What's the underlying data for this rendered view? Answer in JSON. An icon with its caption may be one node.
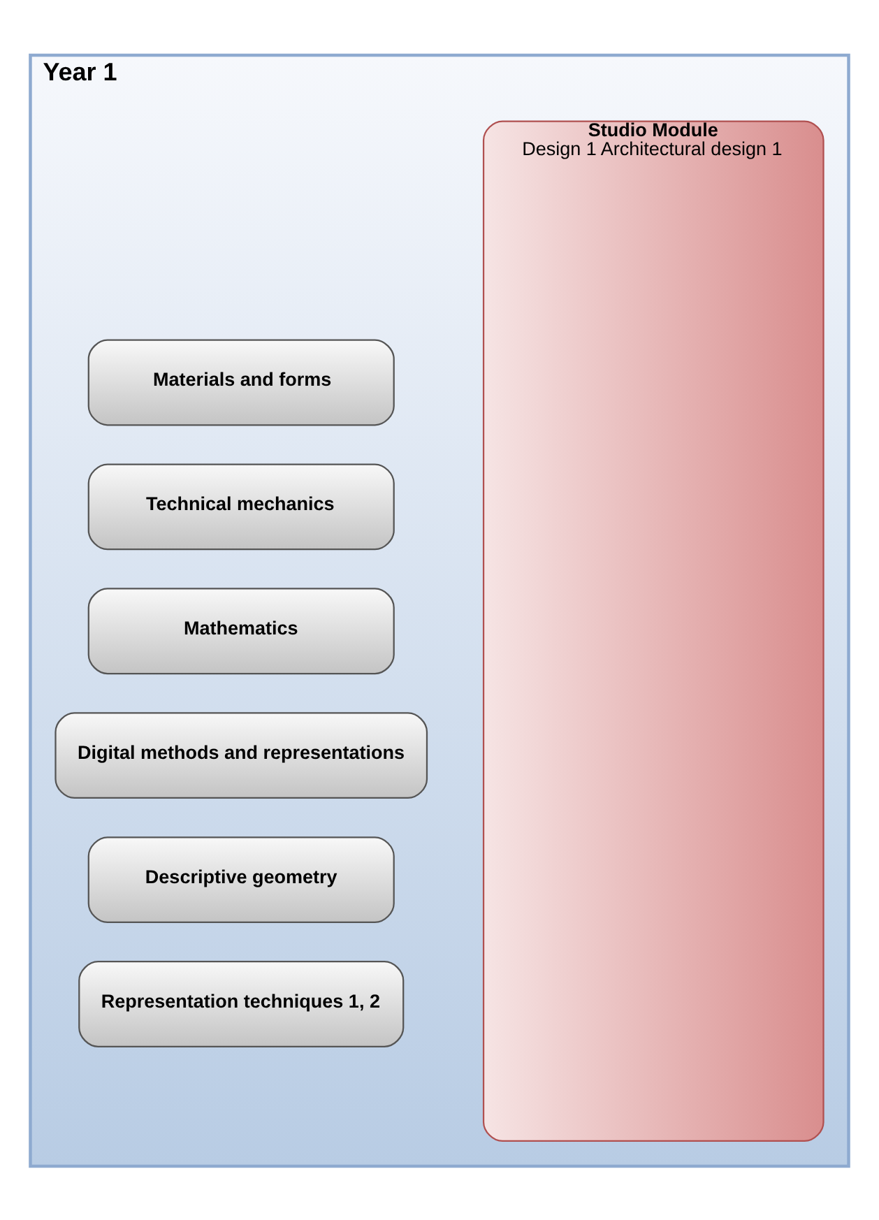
{
  "diagram": {
    "nodes": [
      {
        "text": [
          "Year 1"
        ]
      },
      {
        "text": [
          "Studio Module",
          "Design 1 Architectural design 1"
        ],
        "in": 0
      },
      {
        "text": [
          "Representation techniques 1, 2"
        ],
        "in": 0
      },
      {
        "text": [
          "Descriptive geometry"
        ],
        "in": 0
      },
      {
        "text": [
          "Digital methods and representations"
        ],
        "in": 0
      },
      {
        "text": [
          "Mathematics"
        ],
        "in": 0
      },
      {
        "text": [
          "Technical mechanics"
        ],
        "in": 0
      },
      {
        "text": [
          "Materials and forms"
        ],
        "in": 0
      }
    ],
    "edges": []
  }
}
